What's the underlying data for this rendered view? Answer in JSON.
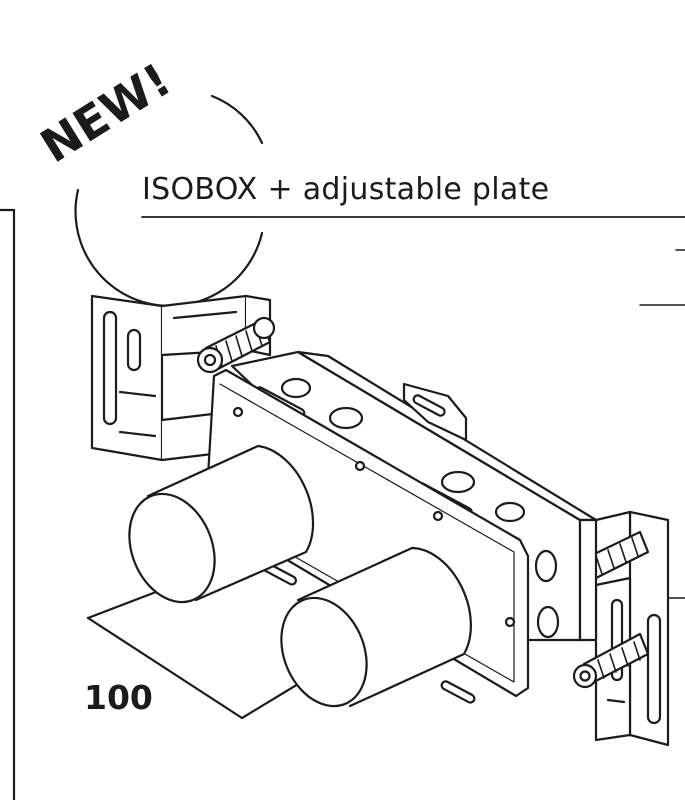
{
  "badge": {
    "text": "NEW!"
  },
  "product": {
    "title": "ISOBOX + adjustable plate"
  },
  "dimension": {
    "value": "100"
  },
  "colors": {
    "ink": "#1b1b1b",
    "paper": "#ffffff"
  },
  "icons": {
    "badge": "new-circle-badge",
    "illustration": "isobox-line-drawing"
  }
}
